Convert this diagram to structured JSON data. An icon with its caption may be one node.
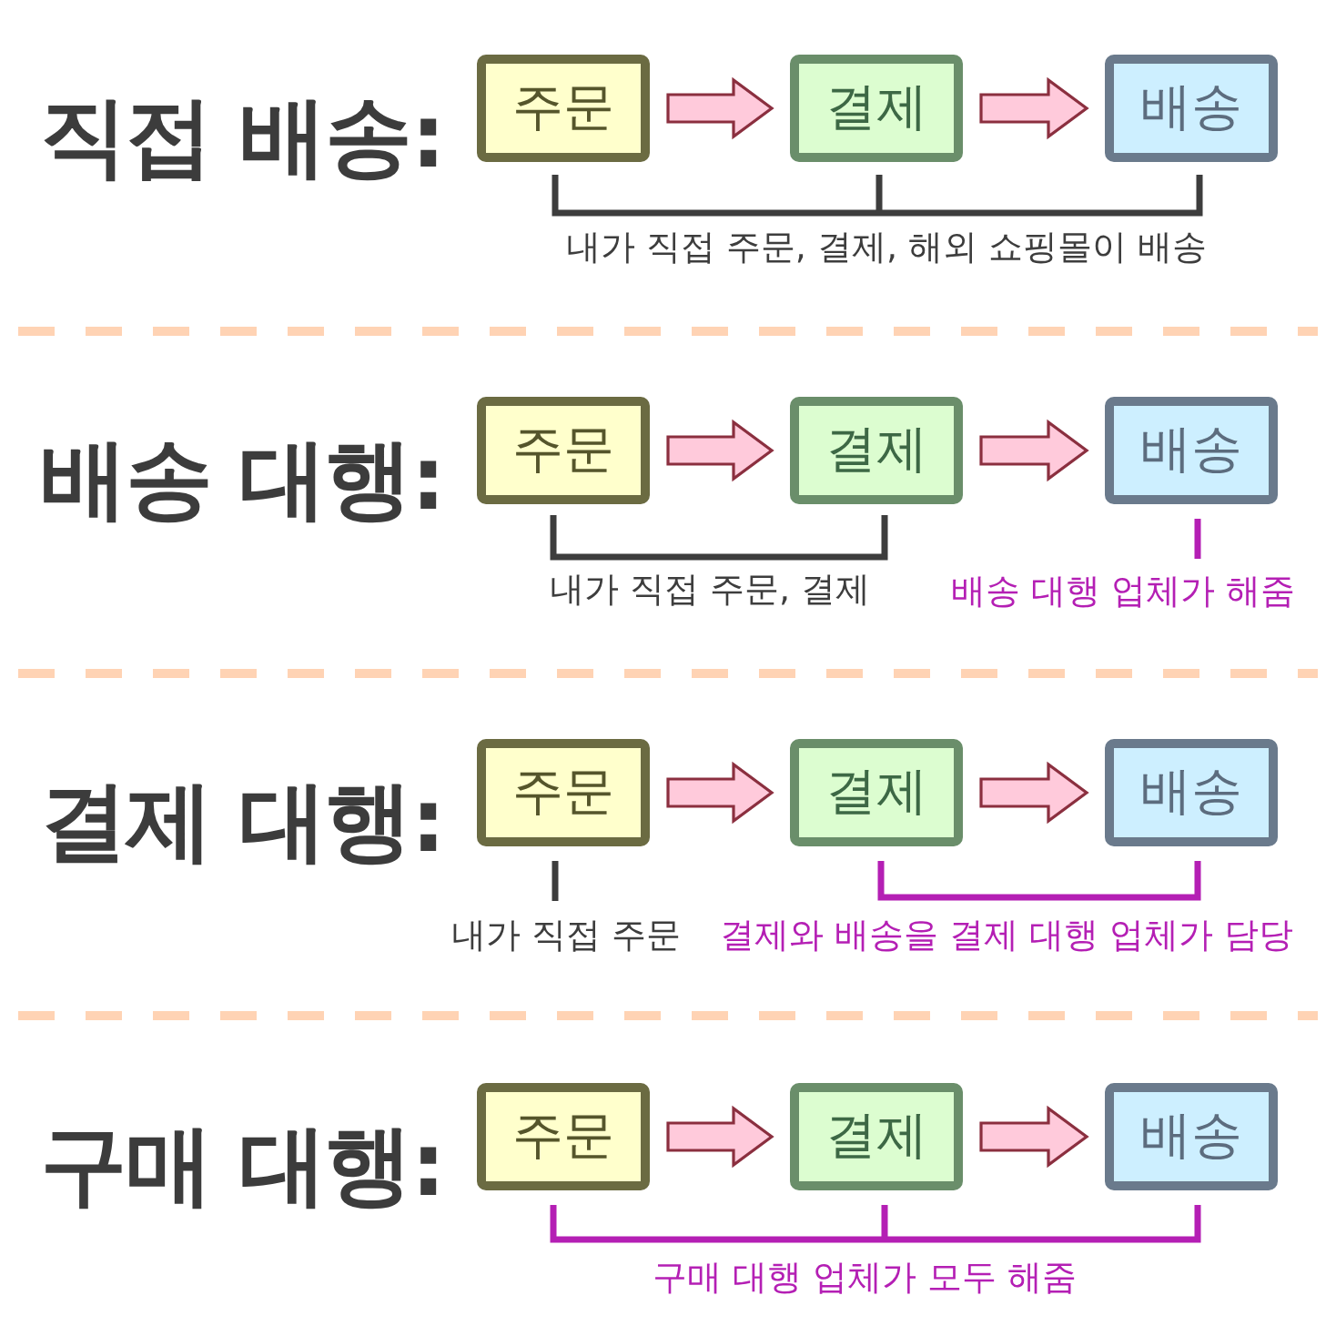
{
  "diagram": {
    "nodes": [
      {
        "text": [
          "주문"
        ]
      },
      {
        "text": [
          "결제"
        ]
      },
      {
        "text": [
          "배송"
        ]
      },
      {
        "text": [
          "주문"
        ]
      },
      {
        "text": [
          "결제"
        ]
      },
      {
        "text": [
          "배송"
        ]
      },
      {
        "text": [
          "주문"
        ]
      },
      {
        "text": [
          "결제"
        ]
      },
      {
        "text": [
          "배송"
        ]
      },
      {
        "text": [
          "주문"
        ]
      },
      {
        "text": [
          "결제"
        ]
      },
      {
        "text": [
          "배송"
        ]
      }
    ],
    "edges": [
      {
        "from": 0,
        "to": 1,
        "arrow": "to"
      },
      {
        "from": 1,
        "to": 2,
        "arrow": "to"
      },
      {
        "from": 3,
        "to": 4,
        "arrow": "to"
      },
      {
        "from": 4,
        "to": 5,
        "arrow": "to"
      },
      {
        "from": 6,
        "to": 7,
        "arrow": "to"
      },
      {
        "from": 7,
        "to": 8,
        "arrow": "to"
      },
      {
        "from": 9,
        "to": 10,
        "arrow": "to"
      },
      {
        "from": 10,
        "to": 11,
        "arrow": "to"
      }
    ],
    "labels": [
      "직접 배송:",
      "내가 직접 주문, 결제, 해외 쇼핑몰이 배송",
      "배송 대행:",
      "내가 직접 주문, 결제",
      "배송 대행 업체가 해줌",
      "결제 대행:",
      "내가 직접 주문",
      "결제와 배송을 결제 대행 업체가 담당",
      "구매 대행:",
      "구매 대행 업체가 모두 해줌"
    ]
  }
}
